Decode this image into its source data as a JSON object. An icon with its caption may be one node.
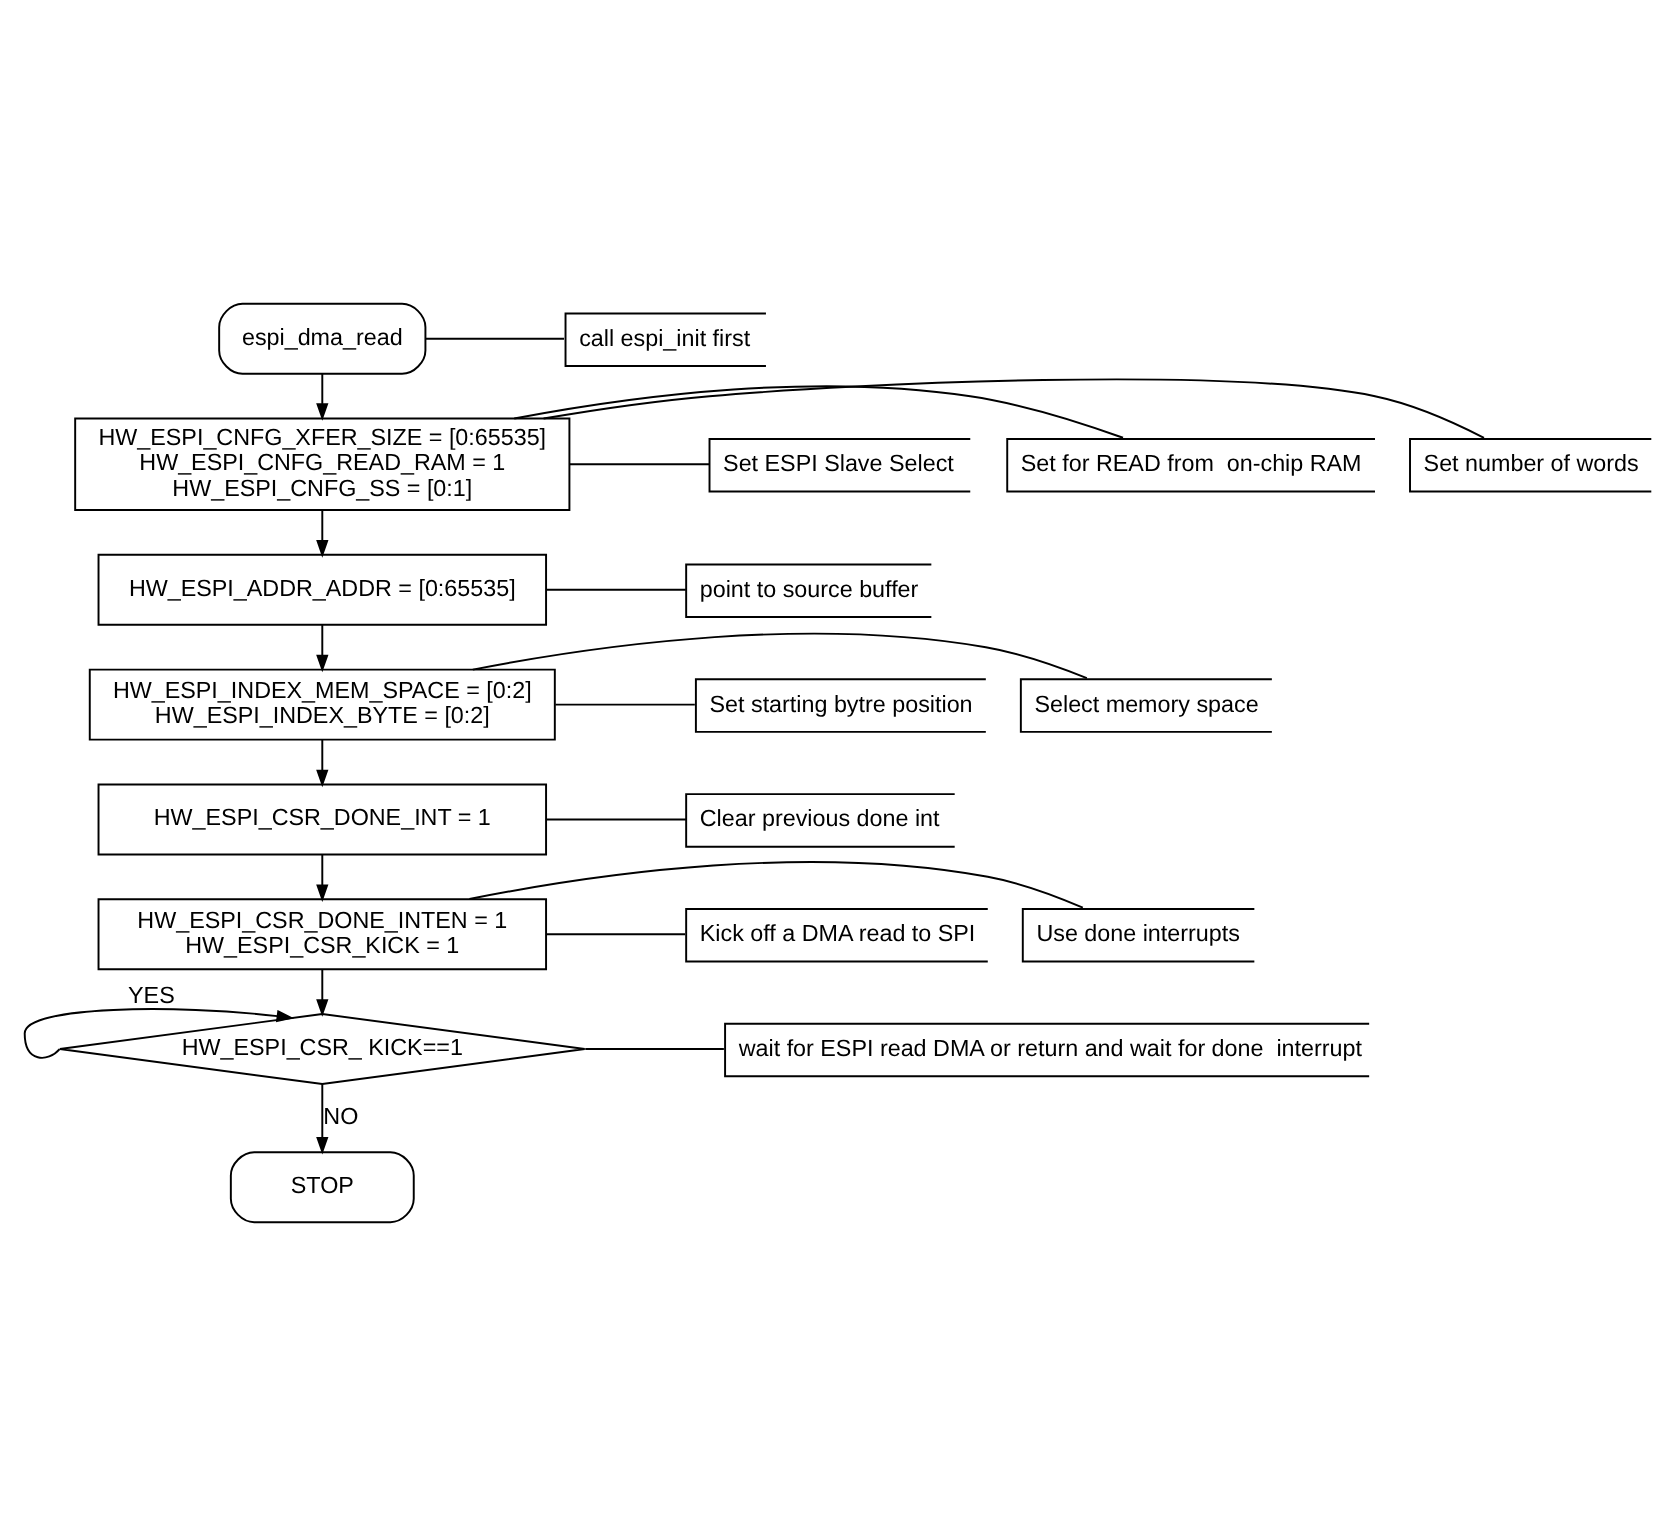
{
  "diagram": {
    "nodes": [
      {
        "text": [
          "espi_dma_read"
        ]
      },
      {
        "text": [
          "call espi_init first"
        ]
      },
      {
        "text": [
          "HW_ESPI_CNFG_XFER_SIZE = [0:65535]",
          "HW_ESPI_CNFG_READ_RAM = 1",
          "HW_ESPI_CNFG_SS = [0:1]"
        ]
      },
      {
        "text": [
          "Set number of words"
        ]
      },
      {
        "text": [
          "Set for READ from  on-chip RAM"
        ]
      },
      {
        "text": [
          "Set ESPI Slave Select"
        ]
      },
      {
        "text": [
          "HW_ESPI_ADDR_ADDR = [0:65535]"
        ]
      },
      {
        "text": [
          "point to source buffer"
        ]
      },
      {
        "text": [
          "HW_ESPI_INDEX_MEM_SPACE = [0:2]",
          "HW_ESPI_INDEX_BYTE = [0:2]"
        ]
      },
      {
        "text": [
          "Select memory space"
        ]
      },
      {
        "text": [
          "Set starting bytre position"
        ]
      },
      {
        "text": [
          "HW_ESPI_CSR_DONE_INT = 1"
        ]
      },
      {
        "text": [
          "Clear previous done int"
        ]
      },
      {
        "text": [
          "HW_ESPI_CSR_DONE_INTEN = 1",
          "HW_ESPI_CSR_KICK = 1"
        ]
      },
      {
        "text": [
          "Use done interrupts"
        ]
      },
      {
        "text": [
          "Kick off a DMA read to SPI"
        ]
      },
      {
        "text": [
          "HW_ESPI_CSR_ KICK==1"
        ]
      },
      {
        "text": [
          "wait for ESPI read DMA or return and wait for done  interrupt"
        ]
      },
      {
        "text": [
          "STOP"
        ]
      }
    ],
    "edges": [
      {
        "from": 0,
        "to": 2,
        "arrow": "to"
      },
      {
        "from": 2,
        "to": 6,
        "arrow": "to"
      },
      {
        "from": 6,
        "to": 8,
        "arrow": "to"
      },
      {
        "from": 8,
        "to": 11,
        "arrow": "to"
      },
      {
        "from": 11,
        "to": 13,
        "arrow": "to"
      },
      {
        "from": 13,
        "to": 16,
        "arrow": "to"
      },
      {
        "from": 16,
        "to": 16,
        "arrow": "to",
        "label": "YES"
      },
      {
        "from": 16,
        "to": 18,
        "arrow": "to",
        "label": "NO"
      },
      {
        "from": 0,
        "to": 1,
        "arrow": "none"
      },
      {
        "from": 2,
        "to": 3,
        "arrow": "none"
      },
      {
        "from": 2,
        "to": 4,
        "arrow": "none"
      },
      {
        "from": 2,
        "to": 5,
        "arrow": "none"
      },
      {
        "from": 6,
        "to": 7,
        "arrow": "none"
      },
      {
        "from": 8,
        "to": 9,
        "arrow": "none"
      },
      {
        "from": 8,
        "to": 10,
        "arrow": "none"
      },
      {
        "from": 11,
        "to": 12,
        "arrow": "none"
      },
      {
        "from": 13,
        "to": 14,
        "arrow": "none"
      },
      {
        "from": 13,
        "to": 15,
        "arrow": "none"
      },
      {
        "from": 16,
        "to": 17,
        "arrow": "none"
      }
    ]
  }
}
